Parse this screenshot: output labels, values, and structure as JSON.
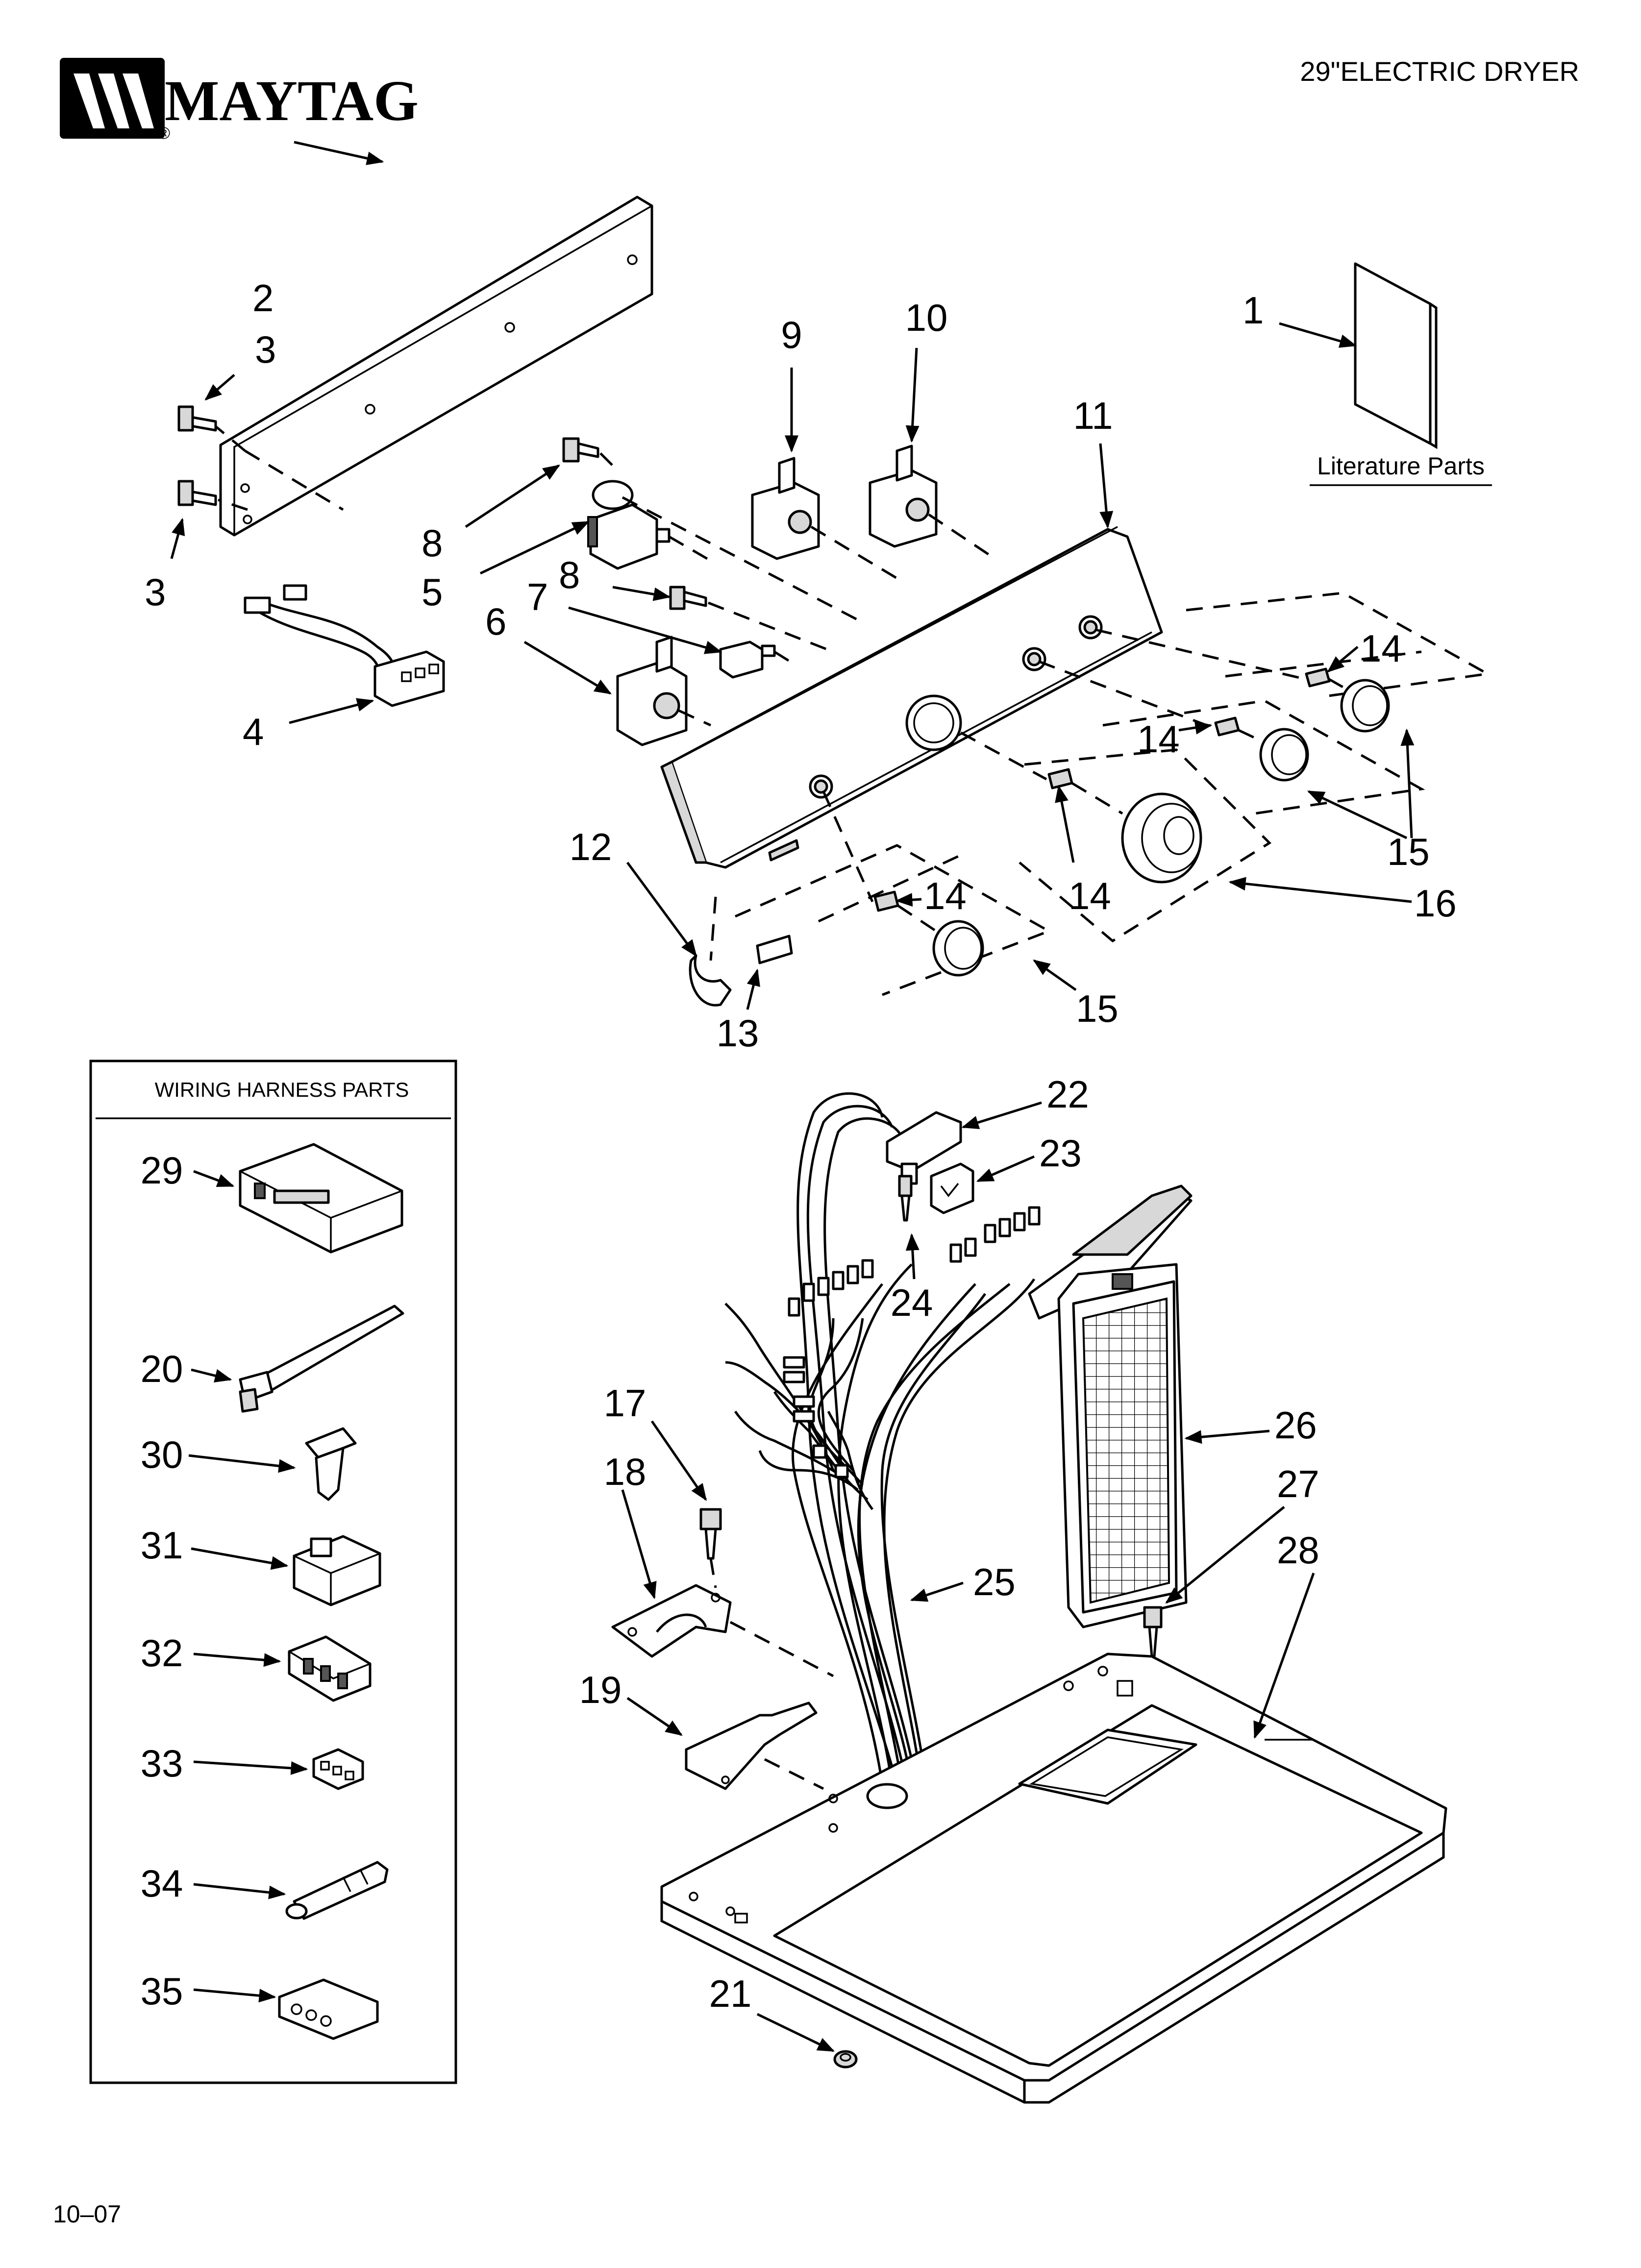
{
  "brand": {
    "name": "MAYTAG",
    "registered": "®"
  },
  "header": {
    "model_title": "29\"ELECTRIC DRYER"
  },
  "footer": {
    "date_code": "10–07"
  },
  "literature": {
    "label": "Literature Parts"
  },
  "wiring_box": {
    "title": "WIRING HARNESS PARTS"
  },
  "callouts": [
    {
      "id": "c1",
      "number": "1"
    },
    {
      "id": "c2",
      "number": "2"
    },
    {
      "id": "c3a",
      "number": "3"
    },
    {
      "id": "c3b",
      "number": "3"
    },
    {
      "id": "c4",
      "number": "4"
    },
    {
      "id": "c5",
      "number": "5"
    },
    {
      "id": "c6",
      "number": "6"
    },
    {
      "id": "c7",
      "number": "7"
    },
    {
      "id": "c8a",
      "number": "8"
    },
    {
      "id": "c8b",
      "number": "8"
    },
    {
      "id": "c9",
      "number": "9"
    },
    {
      "id": "c10",
      "number": "10"
    },
    {
      "id": "c11",
      "number": "11"
    },
    {
      "id": "c12",
      "number": "12"
    },
    {
      "id": "c13",
      "number": "13"
    },
    {
      "id": "c14a",
      "number": "14"
    },
    {
      "id": "c14b",
      "number": "14"
    },
    {
      "id": "c14c",
      "number": "14"
    },
    {
      "id": "c14d",
      "number": "14"
    },
    {
      "id": "c15a",
      "number": "15"
    },
    {
      "id": "c15b",
      "number": "15"
    },
    {
      "id": "c16",
      "number": "16"
    },
    {
      "id": "c17",
      "number": "17"
    },
    {
      "id": "c18",
      "number": "18"
    },
    {
      "id": "c19",
      "number": "19"
    },
    {
      "id": "c20",
      "number": "20"
    },
    {
      "id": "c21",
      "number": "21"
    },
    {
      "id": "c22",
      "number": "22"
    },
    {
      "id": "c23",
      "number": "23"
    },
    {
      "id": "c24",
      "number": "24"
    },
    {
      "id": "c25",
      "number": "25"
    },
    {
      "id": "c26",
      "number": "26"
    },
    {
      "id": "c27",
      "number": "27"
    },
    {
      "id": "c28",
      "number": "28"
    },
    {
      "id": "c29",
      "number": "29"
    },
    {
      "id": "c30",
      "number": "30"
    },
    {
      "id": "c31",
      "number": "31"
    },
    {
      "id": "c32",
      "number": "32"
    },
    {
      "id": "c33",
      "number": "33"
    },
    {
      "id": "c34",
      "number": "34"
    },
    {
      "id": "c35",
      "number": "35"
    }
  ]
}
